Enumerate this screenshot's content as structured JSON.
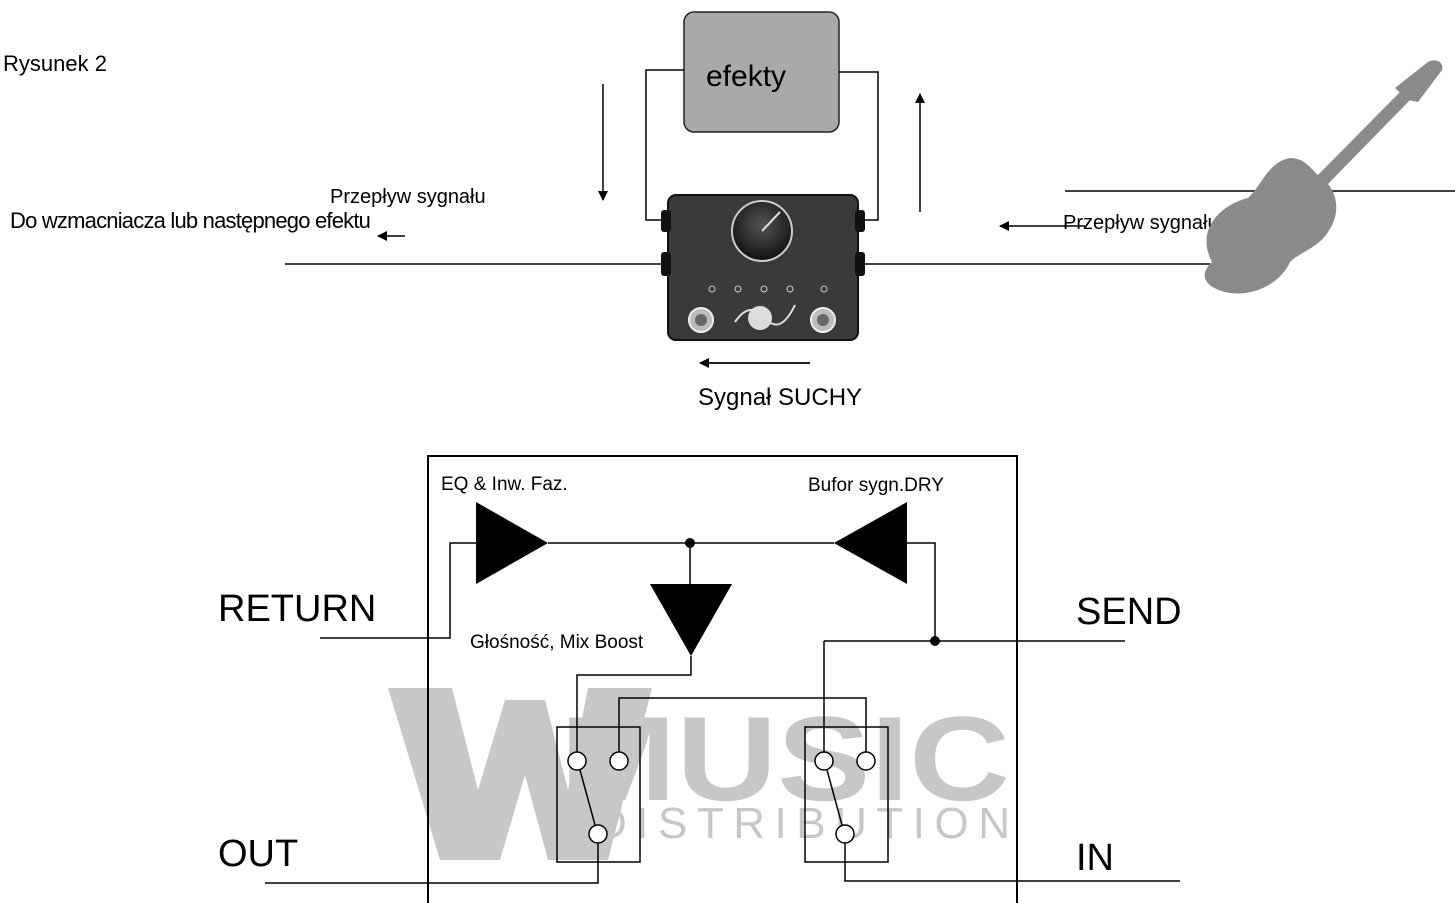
{
  "figure": {
    "label": "Rysunek 2"
  },
  "top": {
    "effects_box_label": "efekty",
    "flow_left": "Przepływ sygnału",
    "flow_right": "Przepływ sygnału",
    "to_amp": "Do wzmacniacza lub następnego efektu",
    "dry_signal": "Sygnał SUCHY"
  },
  "circuit": {
    "eq_label": "EQ & Inw. Faz.",
    "buffer_label": "Bufor sygn.DRY",
    "volume_label": "Głośność, Mix Boost",
    "return_label": "RETURN",
    "send_label": "SEND",
    "out_label": "OUT",
    "in_label": "IN"
  },
  "watermark": {
    "line1": "MUSIC",
    "line2": "DISTRIBUTION"
  },
  "colors": {
    "effects_box": "#a9a9a9",
    "pedal_body": "#3a3a3a",
    "guitar": "#8a8a8a",
    "watermark": "#c8c8c8"
  }
}
